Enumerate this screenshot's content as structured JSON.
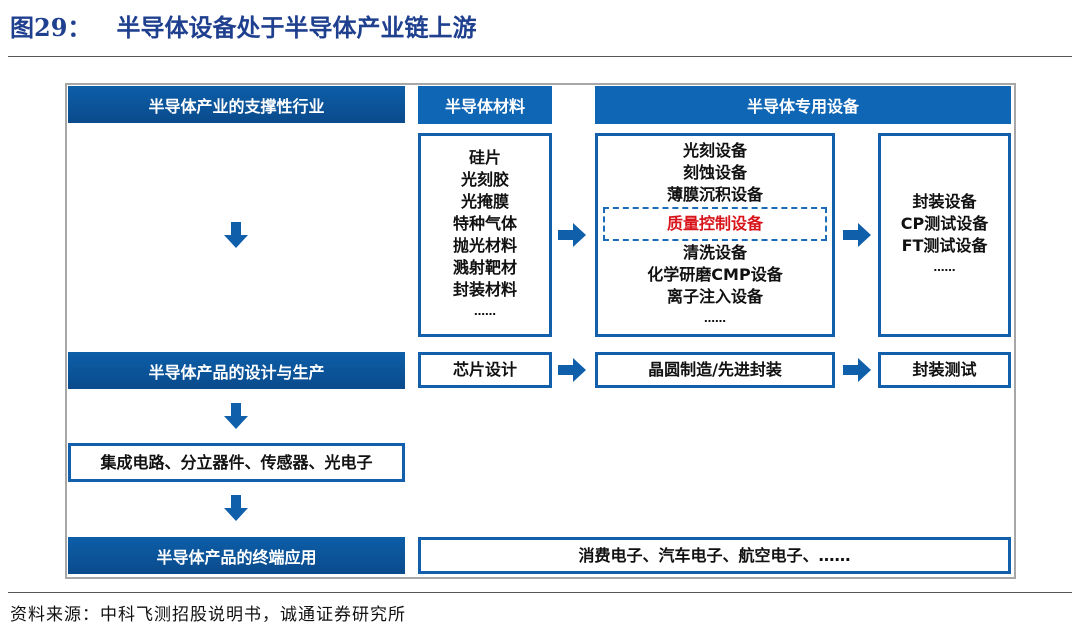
{
  "title": "图29：   半导体设备处于半导体产业链上游",
  "headers": {
    "support": "半导体产业的支撑性行业",
    "materials": "半导体材料",
    "equipment": "半导体专用设备",
    "design_production": "半导体产品的设计与生产",
    "end_use": "半导体产品的终端应用"
  },
  "materials": [
    "硅片",
    "光刻胶",
    "光掩膜",
    "特种气体",
    "抛光材料",
    "溅射靶材",
    "封装材料",
    "……"
  ],
  "equipment_top": [
    "光刻设备",
    "刻蚀设备",
    "薄膜沉积设备"
  ],
  "equipment_highlight": "质量控制设备",
  "equipment_bottom": [
    "清洗设备",
    "化学研磨CMP设备",
    "离子注入设备",
    "……"
  ],
  "packaging_equipment": [
    "封装设备",
    "CP测试设备",
    "FT测试设备",
    "……"
  ],
  "production": {
    "design": "芯片设计",
    "fab": "晶圆制造/先进封装",
    "test": "封装测试"
  },
  "products": "集成电路、分立器件、传感器、光电子",
  "applications": "消费电子、汽车电子、航空电子、……",
  "source": "资料来源：中科飞测招股说明书，诚通证券研究所",
  "colors": {
    "blue": "#0d5ea8",
    "highlight": "#d8151b"
  }
}
